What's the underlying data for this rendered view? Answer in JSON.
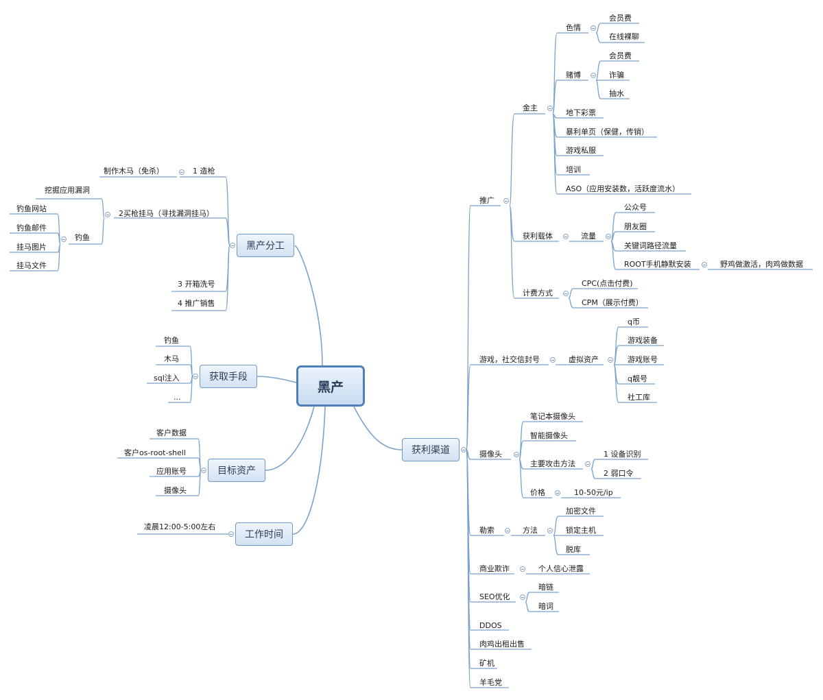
{
  "root": "黑产",
  "left": {
    "division": {
      "label": "黑产分工",
      "gun": {
        "label": "1 造枪",
        "child": "制作木马（免杀）"
      },
      "buy": {
        "label": "2买枪挂马（寻找漏洞挂马）",
        "dig": "挖掘应用漏洞",
        "phishing": {
          "label": "钓鱼",
          "items": [
            "钓鱼网站",
            "钓鱼邮件",
            "挂马图片",
            "挂马文件"
          ]
        }
      },
      "wash": "3 开箱洗号",
      "sell": "4 推广销售"
    },
    "means": {
      "label": "获取手段",
      "items": [
        "钓鱼",
        "木马",
        "sql注入",
        "..."
      ]
    },
    "assets": {
      "label": "目标资产",
      "items": [
        "客户数据",
        "客户os-root-shell",
        "应用账号",
        "摄像头"
      ]
    },
    "worktime": {
      "label": "工作时间",
      "child": "凌晨12:00-5:00左右"
    }
  },
  "right": {
    "channels": {
      "label": "获利渠道",
      "promo": {
        "label": "推广",
        "sponsor": {
          "label": "金主",
          "porn": {
            "label": "色情",
            "items": [
              "会员费",
              "在线裸聊"
            ]
          },
          "gamble": {
            "label": "赌博",
            "items": [
              "会员费",
              "诈骗",
              "抽水"
            ]
          },
          "others": [
            "地下彩票",
            "暴利单页（保健，传销）",
            "游戏私服",
            "培训",
            "ASO（应用安装数，活跃度流水）"
          ]
        },
        "carrier": {
          "label": "获利载体",
          "traffic": {
            "label": "流量",
            "items": [
              "公众号",
              "朋友圈",
              "关键词路径流量"
            ],
            "root": {
              "label": "ROOT手机静默安装",
              "child": "野鸡做激活，肉鸡做数据"
            }
          }
        },
        "billing": {
          "label": "计费方式",
          "items": [
            "CPC(点击付费)",
            "CPM（展示付费）"
          ]
        }
      },
      "game": {
        "label": "游戏，社交信封号",
        "virtual": {
          "label": "虚拟资产",
          "items": [
            "q币",
            "游戏装备",
            "游戏账号",
            "q靓号",
            "社工库"
          ]
        }
      },
      "camera": {
        "label": "摄像头",
        "laptop": "笔记本摄像头",
        "smart": "智能摄像头",
        "attack": {
          "label": "主要攻击方法",
          "items": [
            "1 设备识别",
            "2 弱口令"
          ]
        },
        "price": {
          "label": "价格",
          "child": "10-50元/ip"
        }
      },
      "ransom": {
        "label": "勒索",
        "method": {
          "label": "方法",
          "items": [
            "加密文件",
            "锁定主机",
            "脱库"
          ]
        }
      },
      "fraud": {
        "label": "商业欺诈",
        "child": "个人信心泄露"
      },
      "seo": {
        "label": "SEO优化",
        "items": [
          "暗链",
          "暗词"
        ]
      },
      "ddos": "DDOS",
      "zombie": "肉鸡出租出售",
      "mining": "矿机",
      "wool": "羊毛党"
    }
  }
}
